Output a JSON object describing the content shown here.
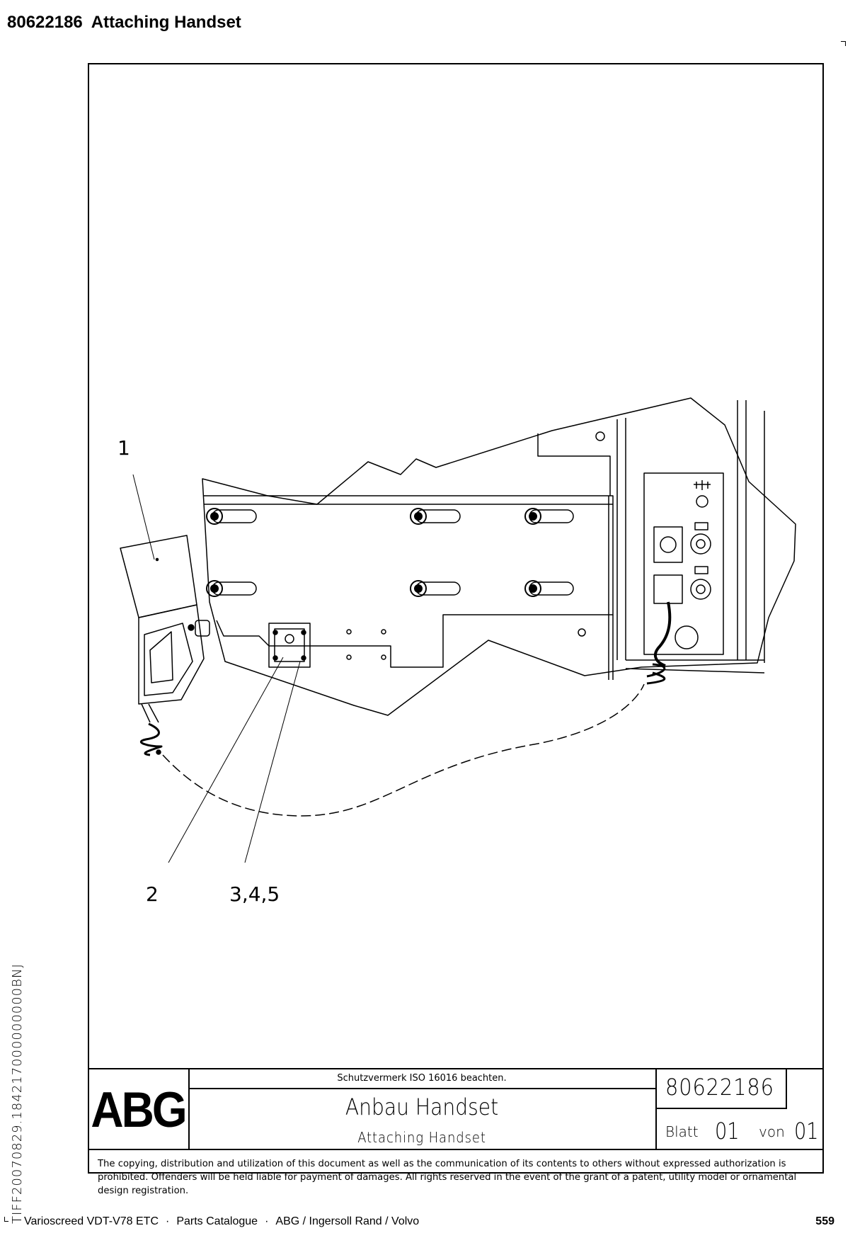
{
  "header": {
    "part_number": "80622186",
    "title": "Attaching Handset"
  },
  "side_code": "TIFF20070829.184217000000000BNJ",
  "callouts": {
    "c1": "1",
    "c2": "2",
    "c3": "3,4,5"
  },
  "title_block": {
    "logo": "ABG",
    "protection_note": "Schutzvermerk ISO 16016 beachten.",
    "title_de": "Anbau Handset",
    "title_en": "Attaching Handset",
    "drawing_number": "80622186",
    "sheet_label": "Blatt",
    "sheet_value": "01",
    "of_label": "von",
    "of_value": "01",
    "copyright": "The copying, distribution and utilization of this document as well as the communication of its contents to others without expressed authorization is prohibited. Offenders will be held liable for payment of damages. All rights reserved in the event of the grant of a patent, utility model or ornamental design registration."
  },
  "footer": {
    "product": "Varioscreed VDT-V78 ETC",
    "catalogue": "Parts Catalogue",
    "brands": "ABG / Ingersoll Rand / Volvo",
    "separator": "·",
    "page": "559"
  }
}
